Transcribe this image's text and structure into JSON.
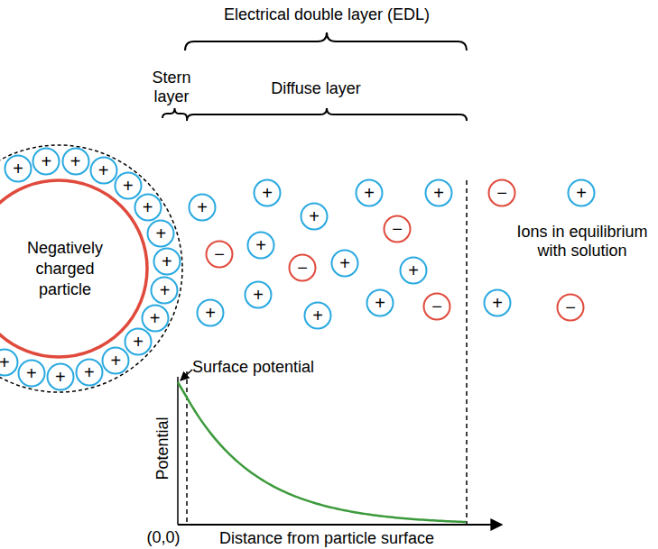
{
  "diagram": {
    "nodes": [
      {
        "text": [
          "Negatively charged particle"
        ]
      },
      {
        "text": [
          "+"
        ]
      },
      {
        "text": [
          "+"
        ]
      },
      {
        "text": [
          "+"
        ]
      },
      {
        "text": [
          "+"
        ]
      },
      {
        "text": [
          "+"
        ]
      },
      {
        "text": [
          "+"
        ]
      },
      {
        "text": [
          "+"
        ]
      },
      {
        "text": [
          "+"
        ]
      },
      {
        "text": [
          "+"
        ]
      },
      {
        "text": [
          "+"
        ]
      },
      {
        "text": [
          "+"
        ]
      },
      {
        "text": [
          "+"
        ]
      },
      {
        "text": [
          "+"
        ]
      },
      {
        "text": [
          "+"
        ]
      },
      {
        "text": [
          "+"
        ]
      },
      {
        "text": [
          "+"
        ]
      },
      {
        "text": [
          "+"
        ]
      },
      {
        "text": [
          "+"
        ]
      },
      {
        "text": [
          "+"
        ]
      },
      {
        "text": [
          "+"
        ]
      },
      {
        "text": [
          "+"
        ]
      },
      {
        "text": [
          "−"
        ]
      },
      {
        "text": [
          "−"
        ]
      },
      {
        "text": [
          "+"
        ]
      },
      {
        "text": [
          "−"
        ]
      },
      {
        "text": [
          "+"
        ]
      },
      {
        "text": [
          "+"
        ]
      },
      {
        "text": [
          "+"
        ]
      },
      {
        "text": [
          "+"
        ]
      },
      {
        "text": [
          "+"
        ]
      },
      {
        "text": [
          "+"
        ]
      },
      {
        "text": [
          "−"
        ]
      },
      {
        "text": [
          "−"
        ]
      },
      {
        "text": [
          "+"
        ]
      },
      {
        "text": [
          "+"
        ]
      },
      {
        "text": [
          "−"
        ]
      }
    ],
    "labels": [
      "Electrical double layer (EDL)",
      "Stern layer",
      "Diffuse layer",
      "Ions in equilibrium with solution",
      "Surface potential",
      "Potential",
      "(0,0)",
      "Distance from particle surface"
    ]
  }
}
